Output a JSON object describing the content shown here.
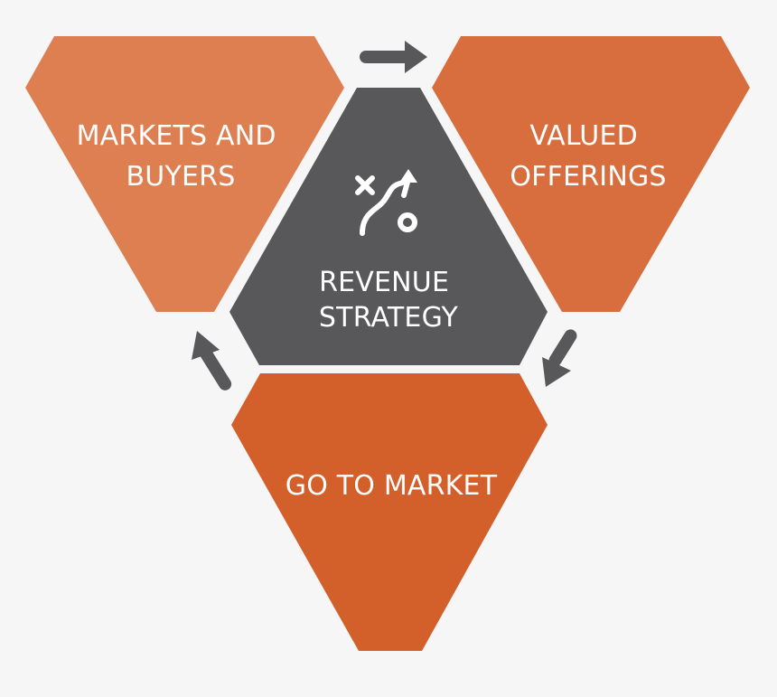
{
  "diagram": {
    "center": {
      "lines": [
        "REVENUE",
        "STRATEGY"
      ],
      "color": "#58585a",
      "icon": "strategy-play-icon"
    },
    "segments": [
      {
        "key": "markets",
        "lines": [
          "MARKETS AND",
          "BUYERS"
        ],
        "color": "#de7f52"
      },
      {
        "key": "offerings",
        "lines": [
          "VALUED",
          "OFFERINGS"
        ],
        "color": "#d86e3e"
      },
      {
        "key": "go-to-market",
        "lines": [
          "GO TO MARKET"
        ],
        "color": "#d35f2b"
      }
    ],
    "arrow_color": "#58585a",
    "text_color": "#ffffff",
    "background": "#f6f6f6"
  }
}
